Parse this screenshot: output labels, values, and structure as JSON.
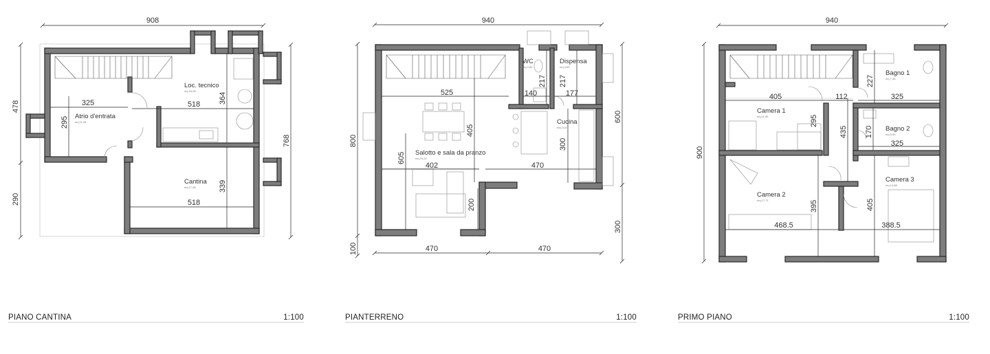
{
  "plans": [
    {
      "title": "PIANO CANTINA",
      "scale": "1:100",
      "top_dim": "908",
      "left_dims": [
        "478",
        "290"
      ],
      "right_dims": [
        "768"
      ],
      "rooms": [
        {
          "name": "Loc. tecnico",
          "area": "mq 16,08"
        },
        {
          "name": "Atrio d'entrata",
          "area": "mq 11,35"
        },
        {
          "name": "Cantina",
          "area": "mq 17,56"
        }
      ],
      "inner_dims": [
        "325",
        "518",
        "364",
        "295",
        "339",
        "518"
      ]
    },
    {
      "title": "PIANTERRENO",
      "scale": "1:100",
      "top_dim": "940",
      "left_dims": [
        "800",
        "100"
      ],
      "right_dims": [
        "600",
        "300"
      ],
      "bottom_dims": [
        "470",
        "470"
      ],
      "rooms": [
        {
          "name": "WC",
          "area": "mq 2,65"
        },
        {
          "name": "Dispensa",
          "area": "mq 3,85"
        },
        {
          "name": "Cucina",
          "area": "mq 14,61"
        },
        {
          "name": "Salotto e sala da pranzo",
          "area": "mq 25,24"
        }
      ],
      "inner_dims": [
        "525",
        "140",
        "217",
        "217",
        "177",
        "405",
        "300",
        "605",
        "402",
        "470",
        "200"
      ]
    },
    {
      "title": "PRIMO PIANO",
      "scale": "1:100",
      "top_dim": "940",
      "left_dims": [
        "900"
      ],
      "rooms": [
        {
          "name": "Bagno 1",
          "area": "mq 7,38"
        },
        {
          "name": "Camera 1",
          "area": "mq 11,95"
        },
        {
          "name": "Bagno 2",
          "area": "mq 5,53"
        },
        {
          "name": "Camera 2",
          "area": "mq 17,71"
        },
        {
          "name": "Camera 3",
          "area": "mq 14,88"
        }
      ],
      "inner_dims": [
        "405",
        "112",
        "227",
        "325",
        "295",
        "435",
        "170",
        "325",
        "395",
        "405",
        "468.5",
        "388.5"
      ]
    }
  ]
}
